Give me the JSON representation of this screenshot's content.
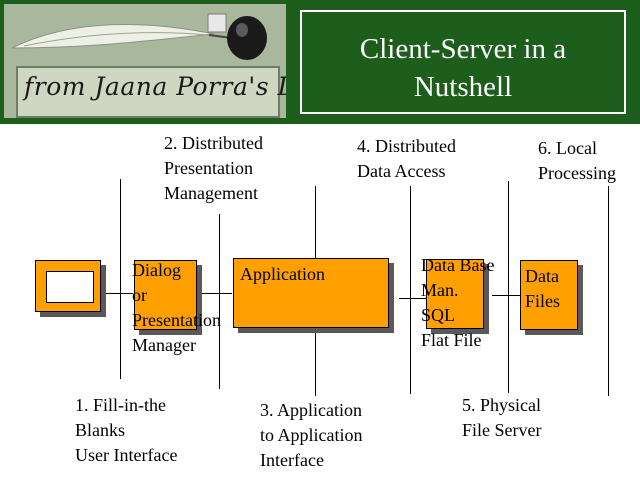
{
  "header": {
    "logo_text": "from Jaana Porra's Desk",
    "title": "Client-Server in a\nNutshell"
  },
  "diagram": {
    "tiers": [
      {
        "label": "1. Fill-in-the\nBlanks\nUser Interface"
      },
      {
        "label": "2. Distributed\nPresentation\nManagement"
      },
      {
        "label": "3. Application\nto Application\nInterface"
      },
      {
        "label": "4. Distributed\nData Access"
      },
      {
        "label": "5. Physical\nFile Server"
      },
      {
        "label": "6. Local\nProcessing"
      }
    ],
    "components": {
      "dialog": "Dialog\nor\nPresentation\nManager",
      "application": "Application",
      "database": "Data Base\nMan.\nSQL\nFlat File",
      "datafiles": "Data\nFiles"
    }
  },
  "colors": {
    "header_bg": "#1d5e1d",
    "box_fill": "#ffa000",
    "shadow": "#595959"
  }
}
